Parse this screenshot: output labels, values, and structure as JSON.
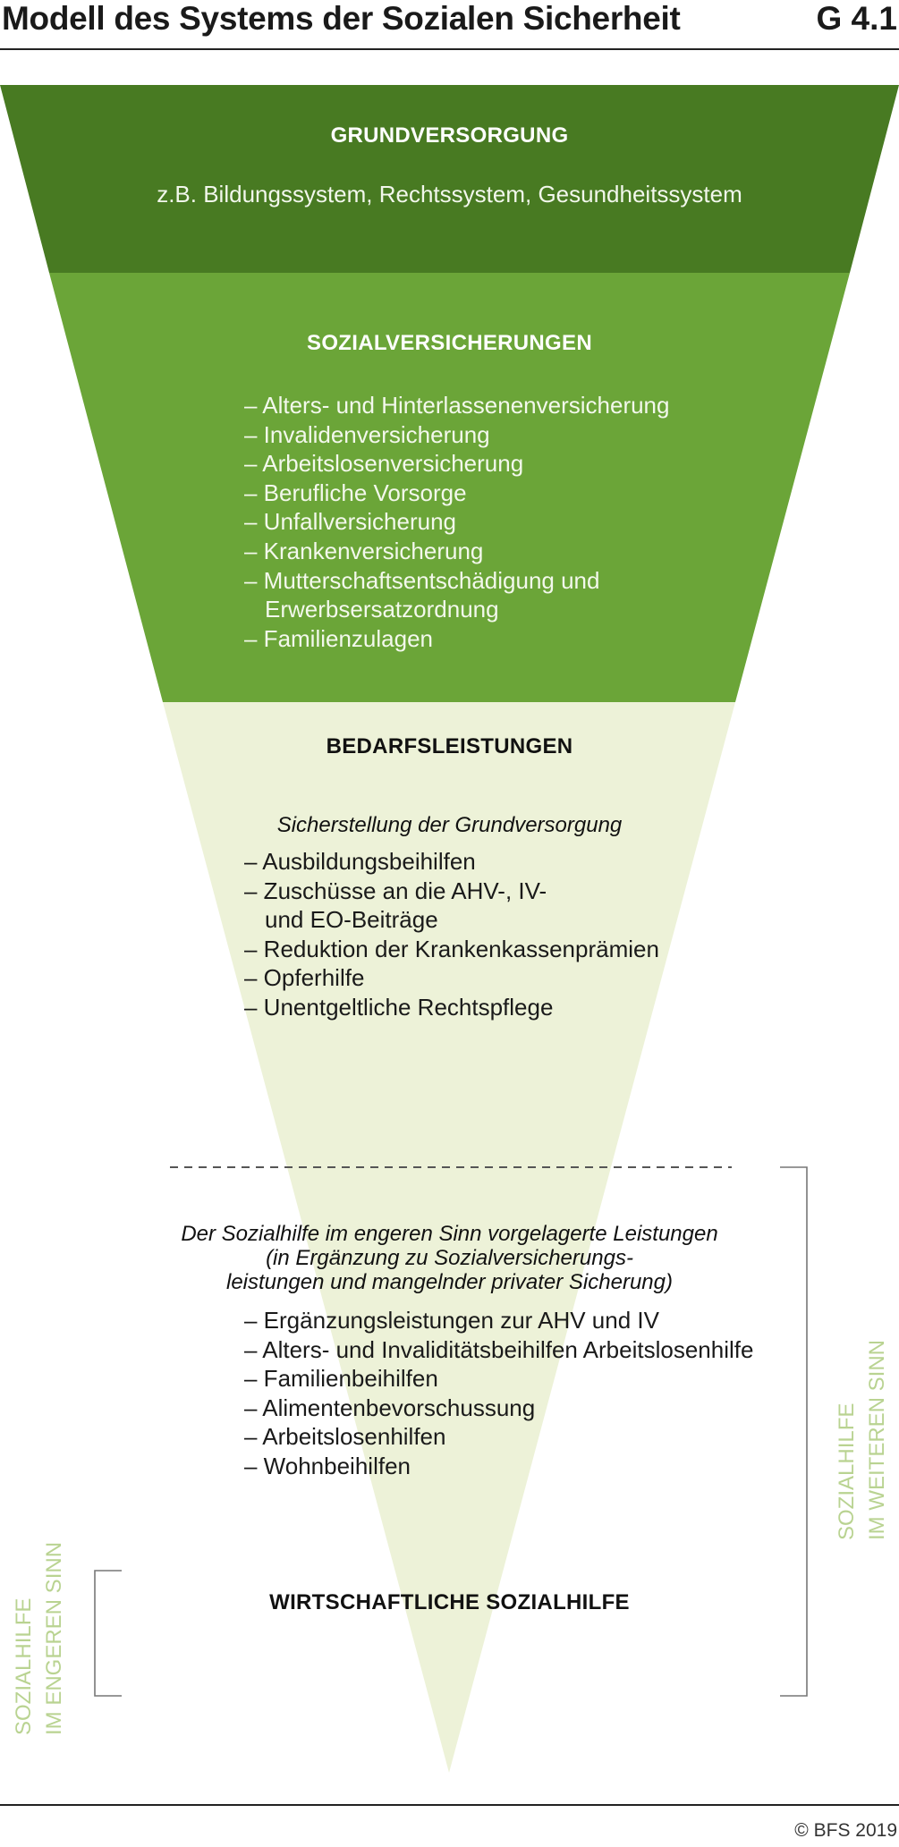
{
  "header": {
    "title": "Modell des Systems der Sozialen Sicherheit",
    "code": "G 4.1"
  },
  "colors": {
    "dark_green": "#487a22",
    "mid_green": "#6ba538",
    "light_green": "#edf2d8",
    "side_label": "#b9d391"
  },
  "grundversorgung": {
    "heading": "GRUNDVERSORGUNG",
    "subtitle": "z.B. Bildungssystem, Rechtssystem, Gesundheitssystem"
  },
  "sozialversicherungen": {
    "heading": "SOZIALVERSICHERUNGEN",
    "items": [
      {
        "text": "– Alters- und Hinterlassenenversicherung"
      },
      {
        "text": "– Invalidenversicherung"
      },
      {
        "text": "– Arbeitslosenversicherung"
      },
      {
        "text": "– Berufliche Vorsorge"
      },
      {
        "text": "– Unfallversicherung"
      },
      {
        "text": "– Krankenversicherung"
      },
      {
        "text": "– Mutterschaftsentschädigung und",
        "cont": "Erwerbsersatzordnung"
      },
      {
        "text": "– Familienzulagen"
      }
    ]
  },
  "bedarfsleistungen": {
    "heading": "BEDARFSLEISTUNGEN",
    "subheading": "Sicherstellung der Grundversorgung",
    "items": [
      {
        "text": "– Ausbildungsbeihilfen"
      },
      {
        "text": "– Zuschüsse an die AHV-, IV-",
        "cont": "und EO-Beiträge"
      },
      {
        "text": "– Reduktion der Krankenkassenprämien"
      },
      {
        "text": "– Opferhilfe"
      },
      {
        "text": "– Unentgeltliche Rechtspflege"
      }
    ]
  },
  "vorgelagert": {
    "heading_lines": [
      "Der Sozialhilfe im engeren Sinn vorgelagerte Leistungen",
      "(in Ergänzung zu Sozialversicherungs-",
      "leistungen und mangelnder privater Sicherung)"
    ],
    "items": [
      {
        "text": "– Ergänzungsleistungen zur AHV und IV"
      },
      {
        "text": "– Alters- und Invaliditätsbeihilfen Arbeitslosenhilfe"
      },
      {
        "text": "– Familienbeihilfen"
      },
      {
        "text": "– Alimentenbevorschussung"
      },
      {
        "text": "– Arbeitslosenhilfen"
      },
      {
        "text": "– Wohnbeihilfen"
      }
    ]
  },
  "wirtschaftliche": {
    "heading": "WIRTSCHAFTLICHE SOZIALHILFE"
  },
  "side_labels": {
    "weiteren": [
      "SOZIALHILFE",
      "IM WEITEREN SINN"
    ],
    "engeren": [
      "SOZIALHILFE",
      "IM ENGEREN SINN"
    ]
  },
  "footer": {
    "copyright": "© BFS 2019"
  }
}
